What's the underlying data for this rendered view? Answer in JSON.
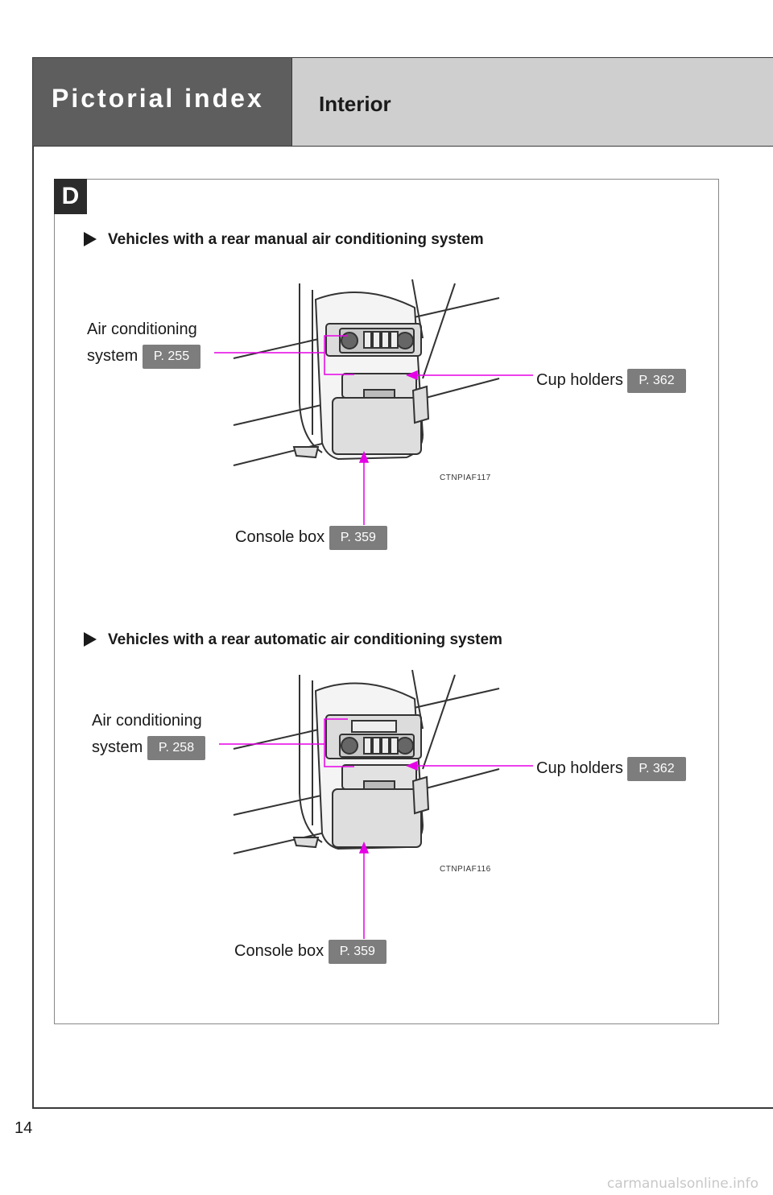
{
  "header": {
    "section_title": "Pictorial index",
    "page_subtitle": "Interior"
  },
  "badge": "D",
  "sections": [
    {
      "heading": "Vehicles with a rear manual air conditioning system",
      "labels": {
        "ac_line1": "Air conditioning",
        "ac_line2": "system",
        "ac_ref": "P. 255",
        "cup_label": "Cup holders",
        "cup_ref": "P. 362",
        "console_label": "Console box",
        "console_ref": "P. 359"
      },
      "code": "CTNPIAF117"
    },
    {
      "heading": "Vehicles with a rear automatic air conditioning system",
      "labels": {
        "ac_line1": "Air conditioning",
        "ac_line2": "system",
        "ac_ref": "P. 258",
        "cup_label": "Cup holders",
        "cup_ref": "P. 362",
        "console_label": "Console box",
        "console_ref": "P. 359"
      },
      "code": "CTNPIAF116"
    }
  ],
  "page_number": "14",
  "watermark": "carmanualsonline.info",
  "colors": {
    "callout": "#e600e6",
    "header_dark": "#5e5e5e",
    "header_light": "#cfcfcf",
    "ref_badge": "#7d7d7d"
  }
}
